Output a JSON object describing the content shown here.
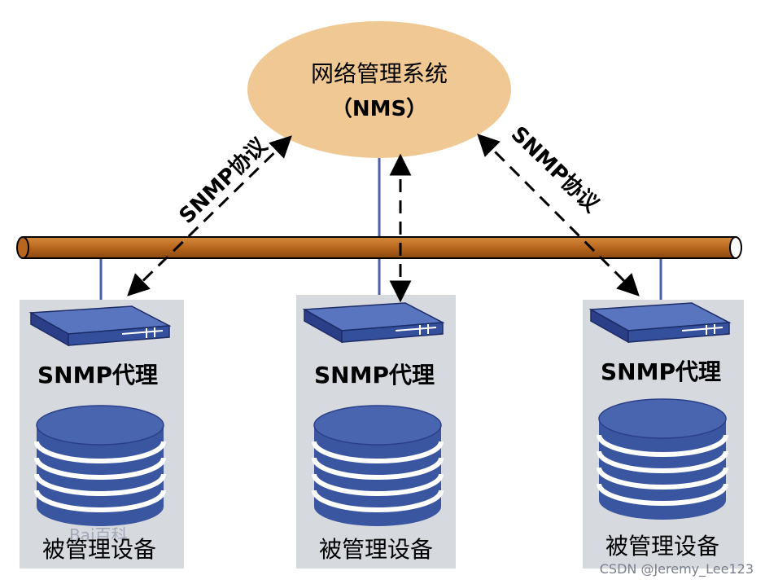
{
  "nms": {
    "name": "网络管理系统",
    "abbr": "（NMS）"
  },
  "protocol_labels": {
    "left": "SNMP协议",
    "right": "SNMP协议"
  },
  "devices": [
    {
      "agent_label": "SNMP代理",
      "device_label": "被管理设备"
    },
    {
      "agent_label": "SNMP代理",
      "device_label": "被管理设备"
    },
    {
      "agent_label": "SNMP代理",
      "device_label": "被管理设备"
    }
  ],
  "watermarks": {
    "baidu": "Bai百科",
    "csdn": "CSDN @Jeremy_Lee123"
  },
  "colors": {
    "nms_fill": "#efc894",
    "bus_fill": "#b8661e",
    "panel_fill": "#d6d9de",
    "device_blue": "#3a56a0",
    "link_blue": "#4a5fa8"
  }
}
